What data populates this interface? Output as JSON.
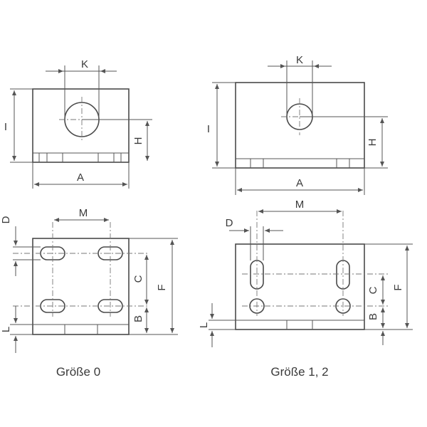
{
  "views": {
    "size0": {
      "caption": "Größe 0",
      "labels": {
        "K": "K",
        "I": "I",
        "H": "H",
        "A": "A",
        "D": "D",
        "M": "M",
        "C": "C",
        "F": "F",
        "B": "B",
        "L": "L"
      }
    },
    "size12": {
      "caption": "Größe 1, 2",
      "labels": {
        "K": "K",
        "I": "I",
        "H": "H",
        "A": "A",
        "D": "D",
        "M": "M",
        "C": "C",
        "F": "F",
        "B": "B",
        "L": "L"
      }
    }
  }
}
